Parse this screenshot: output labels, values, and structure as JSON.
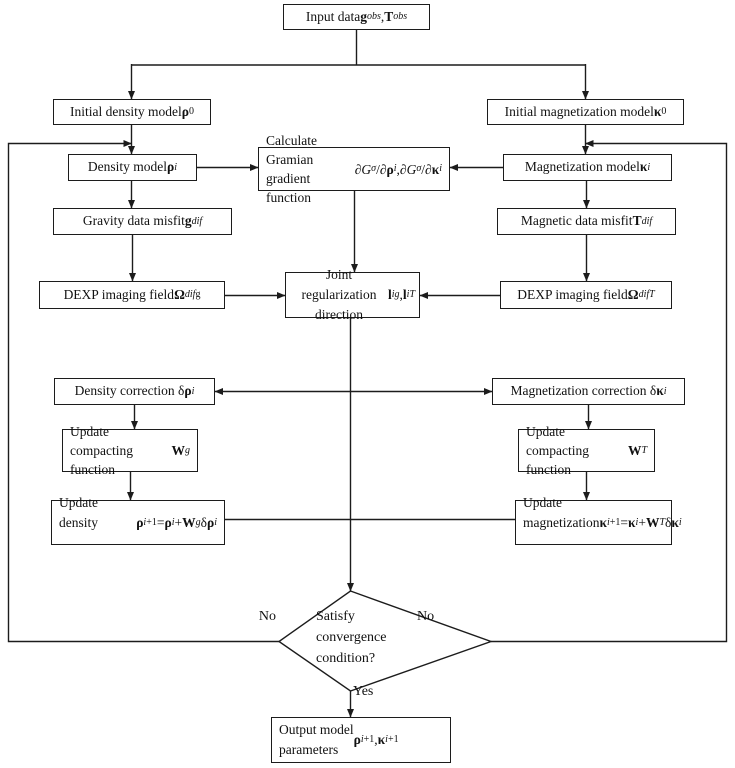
{
  "diagram": {
    "colors": {
      "stroke": "#1c1c1c",
      "background": "#ffffff",
      "text": "#111111"
    },
    "nodes": {
      "input_data": {
        "html": "Input data <b>g</b><sub><i>obs</i></sub>, <b>T</b><sub><i>obs</i></sub>"
      },
      "init_density": {
        "html": "Initial density model <b>ρ</b><sub>0</sub>"
      },
      "init_mag": {
        "html": "Initial magnetization model <b>κ</b><sub>0</sub>"
      },
      "density_model": {
        "html": "Density model <b>ρ</b><sub><i>i</i></sub>"
      },
      "gramian": {
        "html": "Calculate Gramian gradient<br>function <i>∂G</i><sub><i>σ</i></sub>/<i>∂</i><b>ρ</b><sub><i>i</i></sub>, <i>∂G</i><sub><i>σ</i></sub>/<i>∂</i><b>κ</b><sub><i>i</i></sub>"
      },
      "mag_model": {
        "html": "Magnetization model <b>κ</b><sub><i>i</i></sub>"
      },
      "gravity_misfit": {
        "html": "Gravity data misfit <b>g</b><sub><i>dif</i></sub>"
      },
      "mag_misfit": {
        "html": "Magnetic data misfit <b>T</b><sub><i>dif</i></sub>"
      },
      "dexp_g": {
        "html": "DEXP imaging field <b>Ω</b><sub><i>dif</i></sub><sup>g</sup>"
      },
      "joint_reg": {
        "html": "Joint regularization<br>direction <b>l</b><sub><i>i</i></sub><sup><i>g</i></sup>, <b>l</b><sub><i>i</i></sub><sup><i>T</i></sup>"
      },
      "dexp_t": {
        "html": "DEXP imaging field <b>Ω</b><sub><i>dif</i></sub><sup><i>T</i></sup>"
      },
      "density_corr": {
        "html": "Density correction δ<b>ρ</b><sub><i>i</i></sub>"
      },
      "mag_corr": {
        "html": "Magnetization correction δ<b>κ</b><sub><i>i</i></sub>"
      },
      "upd_comp_g": {
        "html": "Update compacting<br>function <b>W</b><sub><i>g</i></sub>"
      },
      "upd_comp_t": {
        "html": "Update compacting<br>function <b>W</b><sub><i>T</i></sub>"
      },
      "upd_density": {
        "html": "Update density<br>&nbsp;&nbsp;<b>ρ</b><sub><i>i</i>+1</sub> = <b>ρ</b><sub><i>i</i></sub> + <b>W</b><sub><i>g</i></sub>δ<b>ρ</b><sub><i>i</i></sub>"
      },
      "upd_mag": {
        "html": "Update magnetization<br>&nbsp;&nbsp;<b>κ</b><sub><i>i</i>+1</sub> = <b>κ</b><sub><i>i</i></sub> + <b>W</b><sub><i>T</i></sub>δ<b>κ</b><sub><i>i</i></sub>"
      },
      "convergence": {
        "html": "Satisfy<br>convergence<br>condition?"
      },
      "output": {
        "html": "Output model<br>parameters <b>ρ</b><sub><i>i</i>+1</sub>, <b>κ</b><sub><i>i</i>+1</sub>"
      }
    },
    "edge_labels": {
      "no_left": "No",
      "no_right": "No",
      "yes": "Yes"
    }
  }
}
